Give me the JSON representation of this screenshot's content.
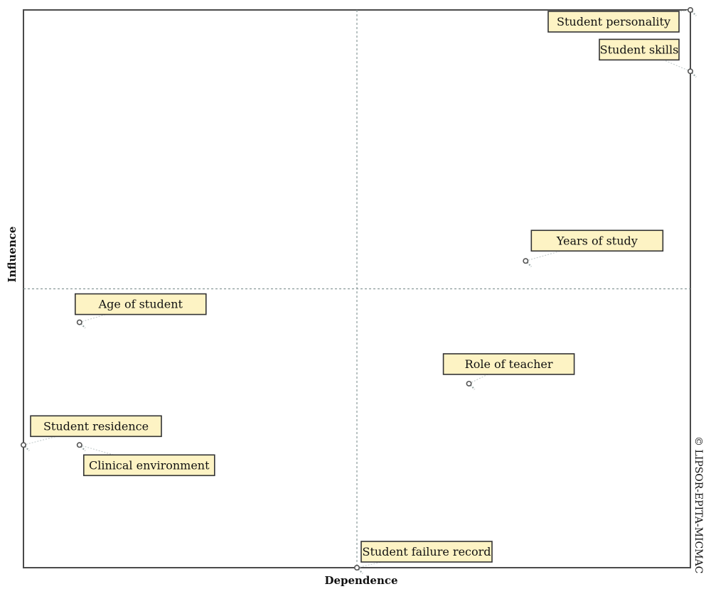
{
  "chart_data": {
    "type": "scatter",
    "title": "",
    "xlabel": "Dependence",
    "ylabel": "Influence",
    "xlim": [
      0,
      100
    ],
    "ylim": [
      0,
      100
    ],
    "quadrant_dividers": {
      "x": 50,
      "y": 50
    },
    "grid": false,
    "copyright": "© LIPSOR-EPITA-MICMAC",
    "points": [
      {
        "label": "Student personality",
        "x": 100.0,
        "y": 100.0
      },
      {
        "label": "Student skills",
        "x": 100.0,
        "y": 89.0
      },
      {
        "label": "Years of study",
        "x": 75.3,
        "y": 55.0
      },
      {
        "label": "Age of student",
        "x": 8.4,
        "y": 44.0
      },
      {
        "label": "Role of teacher",
        "x": 66.8,
        "y": 33.0
      },
      {
        "label": "Student residence",
        "x": 0.0,
        "y": 22.0
      },
      {
        "label": "Clinical environment",
        "x": 8.4,
        "y": 22.0
      },
      {
        "label": "Student failure record",
        "x": 50.0,
        "y": 0.0
      }
    ]
  },
  "colors": {
    "label_fill": "#fdf3c4",
    "frame": "#4a4a4a",
    "divider": "#8a9a9a"
  }
}
